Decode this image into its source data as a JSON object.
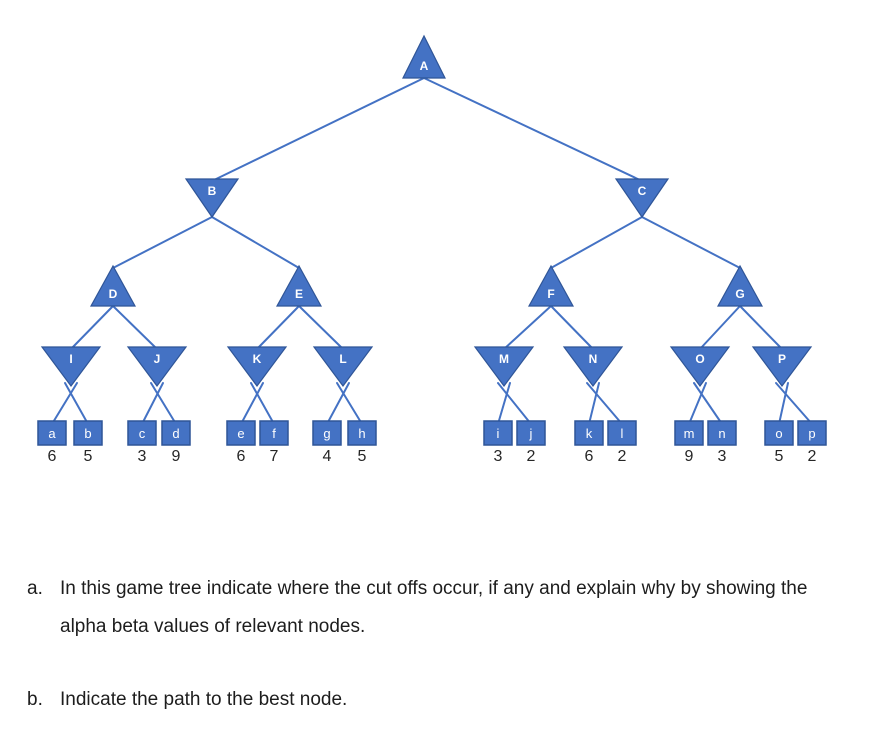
{
  "colors": {
    "node_fill": "#4472C4",
    "node_border": "#2F5597",
    "edge": "#4472C4",
    "node_label": "#ffffff",
    "leaf_value_text": "#262626",
    "body_text": "#1d1d1d"
  },
  "tree": {
    "root_id": "A",
    "nodes": [
      {
        "id": "A",
        "label": "A",
        "type": "max",
        "children": [
          "B",
          "C"
        ]
      },
      {
        "id": "B",
        "label": "B",
        "type": "min",
        "children": [
          "D",
          "E"
        ]
      },
      {
        "id": "C",
        "label": "C",
        "type": "min",
        "children": [
          "F",
          "G"
        ]
      },
      {
        "id": "D",
        "label": "D",
        "type": "max",
        "children": [
          "I",
          "J"
        ]
      },
      {
        "id": "E",
        "label": "E",
        "type": "max",
        "children": [
          "K",
          "L"
        ]
      },
      {
        "id": "F",
        "label": "F",
        "type": "max",
        "children": [
          "M",
          "N"
        ]
      },
      {
        "id": "G",
        "label": "G",
        "type": "max",
        "children": [
          "O",
          "P"
        ]
      },
      {
        "id": "I",
        "label": "I",
        "type": "min",
        "children": [
          "a",
          "b"
        ]
      },
      {
        "id": "J",
        "label": "J",
        "type": "min",
        "children": [
          "c",
          "d"
        ]
      },
      {
        "id": "K",
        "label": "K",
        "type": "min",
        "children": [
          "e",
          "f"
        ]
      },
      {
        "id": "L",
        "label": "L",
        "type": "min",
        "children": [
          "g",
          "h"
        ]
      },
      {
        "id": "M",
        "label": "M",
        "type": "min",
        "children": [
          "i",
          "j"
        ]
      },
      {
        "id": "N",
        "label": "N",
        "type": "min",
        "children": [
          "k",
          "l"
        ]
      },
      {
        "id": "O",
        "label": "O",
        "type": "min",
        "children": [
          "m",
          "n"
        ]
      },
      {
        "id": "P",
        "label": "P",
        "type": "min",
        "children": [
          "o",
          "p"
        ]
      }
    ],
    "leaves": [
      {
        "id": "a",
        "label": "a",
        "value": 6
      },
      {
        "id": "b",
        "label": "b",
        "value": 5
      },
      {
        "id": "c",
        "label": "c",
        "value": 3
      },
      {
        "id": "d",
        "label": "d",
        "value": 9
      },
      {
        "id": "e",
        "label": "e",
        "value": 6
      },
      {
        "id": "f",
        "label": "f",
        "value": 7
      },
      {
        "id": "g",
        "label": "g",
        "value": 4
      },
      {
        "id": "h",
        "label": "h",
        "value": 5
      },
      {
        "id": "i",
        "label": "i",
        "value": 3
      },
      {
        "id": "j",
        "label": "j",
        "value": 2
      },
      {
        "id": "k",
        "label": "k",
        "value": 6
      },
      {
        "id": "l",
        "label": "l",
        "value": 2
      },
      {
        "id": "m",
        "label": "m",
        "value": 9
      },
      {
        "id": "n",
        "label": "n",
        "value": 3
      },
      {
        "id": "o",
        "label": "o",
        "value": 5
      },
      {
        "id": "p",
        "label": "p",
        "value": 2
      }
    ]
  },
  "questions": [
    {
      "marker": "a.",
      "lines": [
        "In this game tree indicate where the cut offs occur, if any and explain why by showing the",
        "alpha beta values of relevant nodes."
      ]
    },
    {
      "marker": "b.",
      "lines": [
        "Indicate the path to the best node."
      ]
    }
  ]
}
